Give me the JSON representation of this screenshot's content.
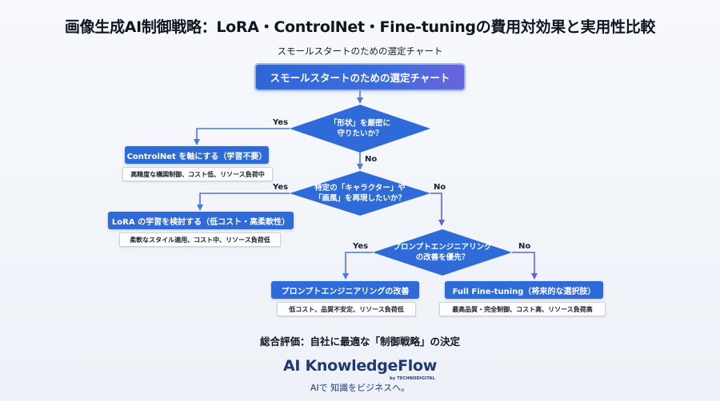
{
  "title": "画像生成AI制御戦略：LoRA・ControlNet・Fine-tuningの費用対効果と実用性比較",
  "subtitle": "スモールスタートのための選定チャート",
  "start": "スモールスタートのための選定チャート",
  "decisions": {
    "d1": [
      "「形状」を厳密に",
      "守りたいか？"
    ],
    "d2": [
      "特定の「キャラクター」や",
      "「画風」を再現したいか？"
    ],
    "d3": [
      "プロンプトエンジニアリング",
      "の改善を優先？"
    ]
  },
  "labels": {
    "yes": "Yes",
    "no": "No"
  },
  "results": {
    "controlnet": {
      "title": "ControlNet を軸にする（学習不要）",
      "note": "高精度な構図制御、コスト低、リソース負荷中"
    },
    "lora": {
      "title": "LoRA の学習を検討する（低コスト・高柔軟性）",
      "note": "柔軟なスタイル適用、コスト中、リソース負荷低"
    },
    "prompt": {
      "title": "プロンプトエンジニアリングの改善",
      "note": "低コスト、品質不安定、リソース負荷低"
    },
    "finetune": {
      "title": "Full Fine-tuning（将来的な選択肢）",
      "note": "最高品質・完全制御、コスト高、リソース負荷高"
    }
  },
  "summary": "総合評価：自社に最適な「制御戦略」の決定",
  "brand": {
    "name": "AI KnowledgeFlow",
    "sub": "by TECHNODIGITAL",
    "tagline": "AIで 知識をビジネスへ。"
  },
  "colors": {
    "accent": "#2f6ad9",
    "arrow": "#4c78d8",
    "arrow_purple": "#6b5fd6"
  }
}
